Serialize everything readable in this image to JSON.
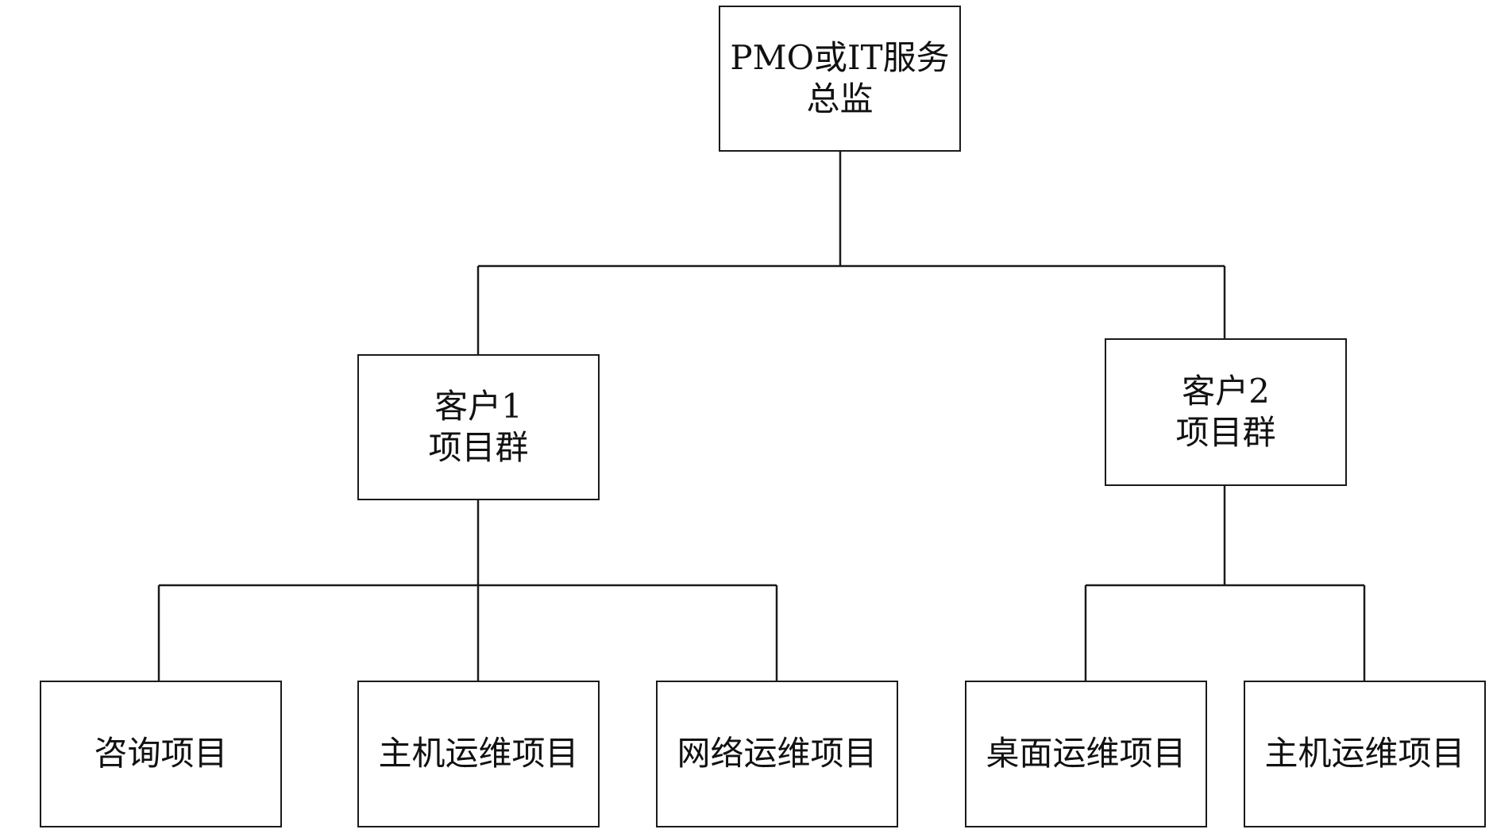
{
  "org_chart": {
    "root": {
      "line1": "PMO或IT服务",
      "line2": "总监"
    },
    "groups": [
      {
        "line1": "客户1",
        "line2": "项目群",
        "projects": [
          "咨询项目",
          "主机运维项目",
          "网络运维项目"
        ]
      },
      {
        "line1": "客户2",
        "line2": "项目群",
        "projects": [
          "桌面运维项目",
          "主机运维项目"
        ]
      }
    ]
  }
}
